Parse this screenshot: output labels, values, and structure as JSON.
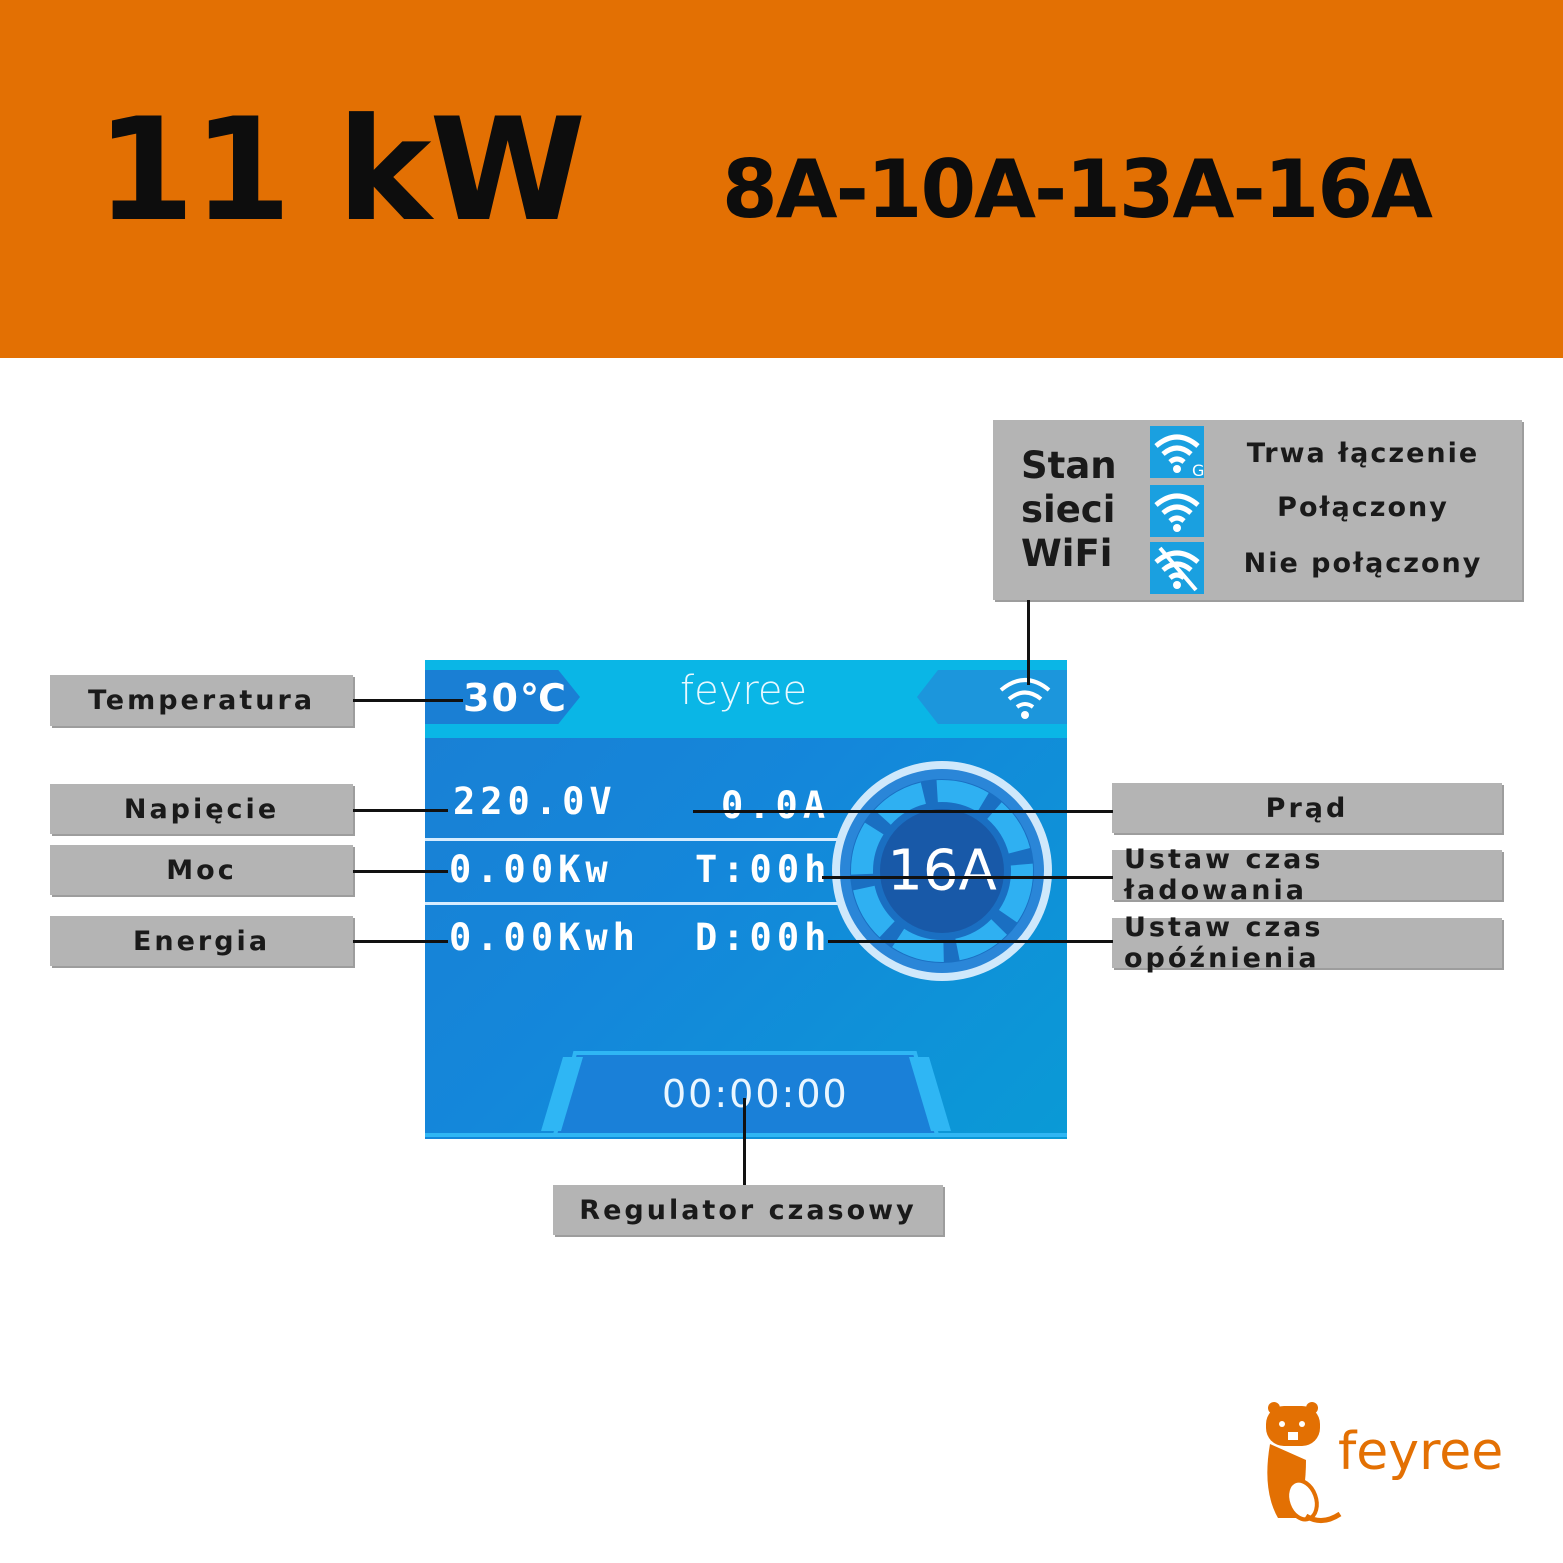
{
  "banner": {
    "power": "11 kW",
    "currents": "8A-10A-13A-16A",
    "color": "#e37003"
  },
  "labels": {
    "temperature": "Temperatura",
    "voltage": "Napięcie",
    "power": "Moc",
    "energy": "Energia",
    "current": "Prąd",
    "charge_time": "Ustaw czas ładowania",
    "delay_time": "Ustaw czas opóźnienia",
    "timer": "Regulator czasowy"
  },
  "screen": {
    "brand": "feyree",
    "temperature": "30℃",
    "voltage": "220.0V",
    "current": "0.0A",
    "power": "0.00Kw",
    "charge_time": "T:00h",
    "energy": "0.00Kwh",
    "delay_time": "D:00h",
    "gauge": "16A",
    "timer": "00:00:00"
  },
  "wifi_panel": {
    "title_lines": [
      "Stan",
      "sieci",
      "WiFi"
    ],
    "states": [
      {
        "icon": "wifi-connecting-icon",
        "label": "Trwa łączenie"
      },
      {
        "icon": "wifi-connected-icon",
        "label": "Połączony"
      },
      {
        "icon": "wifi-disconnected-icon",
        "label": "Nie połączony"
      }
    ]
  },
  "logo": {
    "text": "feyree",
    "icon": "beaver-plug-icon",
    "color": "#e37003"
  }
}
